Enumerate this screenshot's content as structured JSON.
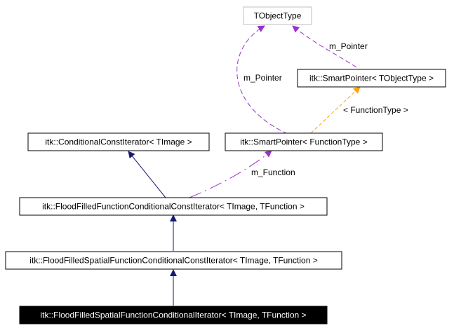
{
  "diagram": {
    "nodes": {
      "tobjecttype": "TObjectType",
      "smartpointer_tobject": "itk::SmartPointer< TObjectType >",
      "conditional_const_iterator": "itk::ConditionalConstIterator< TImage >",
      "smartpointer_function": "itk::SmartPointer< FunctionType >",
      "flood_filled_function": "itk::FloodFilledFunctionConditionalConstIterator< TImage, TFunction >",
      "flood_filled_spatial_const": "itk::FloodFilledSpatialFunctionConditionalConstIterator< TImage, TFunction >",
      "flood_filled_spatial": "itk::FloodFilledSpatialFunctionConditionalIterator< TImage, TFunction >"
    },
    "edge_labels": {
      "m_pointer_top": "m_Pointer",
      "m_pointer_left": "m_Pointer",
      "function_type": "< FunctionType >",
      "m_function": "m_Function"
    },
    "colors": {
      "inheritance": "#191970",
      "usage": "#9a32cd",
      "template": "#ffa500",
      "focus_fill": "#000000",
      "template_border": "#bfbfbf"
    }
  }
}
